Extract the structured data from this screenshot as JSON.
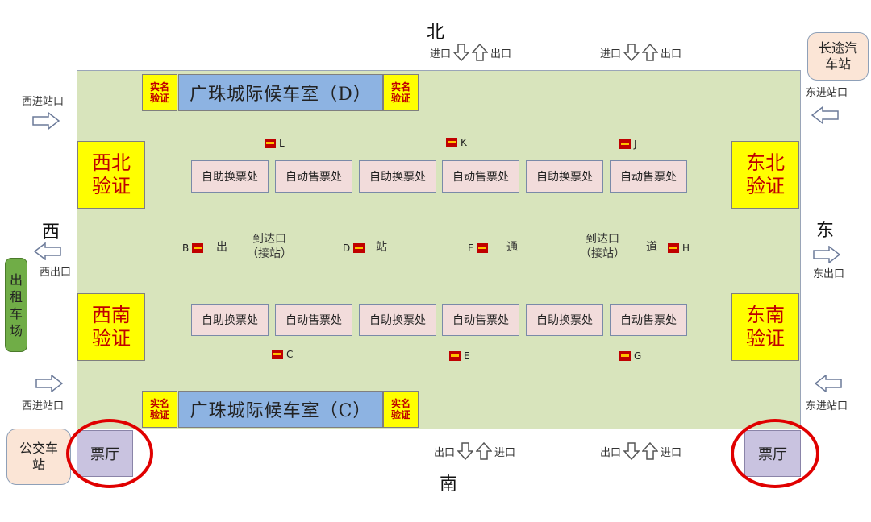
{
  "directions": {
    "north": "北",
    "south": "南",
    "west": "西",
    "east": "东"
  },
  "labels": {
    "entrance": "进口",
    "exit": "出口",
    "west_entry": "西进站口",
    "east_entry": "东进站口",
    "west_exit": "西出口",
    "east_exit": "东出口"
  },
  "outside": {
    "long_distance_bus": "长途汽\n车站",
    "bus_station": "公交车\n站",
    "taxi": "出\n租\n车\n场"
  },
  "verify": {
    "northwest": "西北\n验证",
    "northeast": "东北\n验证",
    "southwest": "西南\n验证",
    "southeast": "东南\n验证",
    "realname": "实名\n验证"
  },
  "waiting_rooms": {
    "north": "广珠城际候车室（D）",
    "south": "广珠城际候车室（C）"
  },
  "counters_top": [
    "自助换票处",
    "自动售票处",
    "自助换票处",
    "自动售票处",
    "自助换票处",
    "自动售票处"
  ],
  "counters_bottom": [
    "自助换票处",
    "自动售票处",
    "自助换票处",
    "自动售票处",
    "自助换票处",
    "自动售票处"
  ],
  "gates": {
    "L": "L",
    "K": "K",
    "J": "J",
    "B": "B",
    "D": "D",
    "F": "F",
    "H": "H",
    "C": "C",
    "E": "E",
    "G": "G"
  },
  "passage": {
    "arrival_exit": "到达口\n（接站）",
    "chars": [
      "出",
      "站",
      "通",
      "道"
    ]
  },
  "ticket_hall": "票厅",
  "colors": {
    "hall": "#d8e4bc",
    "verify": "#ffff00",
    "waiting": "#8db3e2",
    "counter": "#f2dcdb",
    "ticket": "#c9c3e0",
    "circle": "#e00000"
  }
}
